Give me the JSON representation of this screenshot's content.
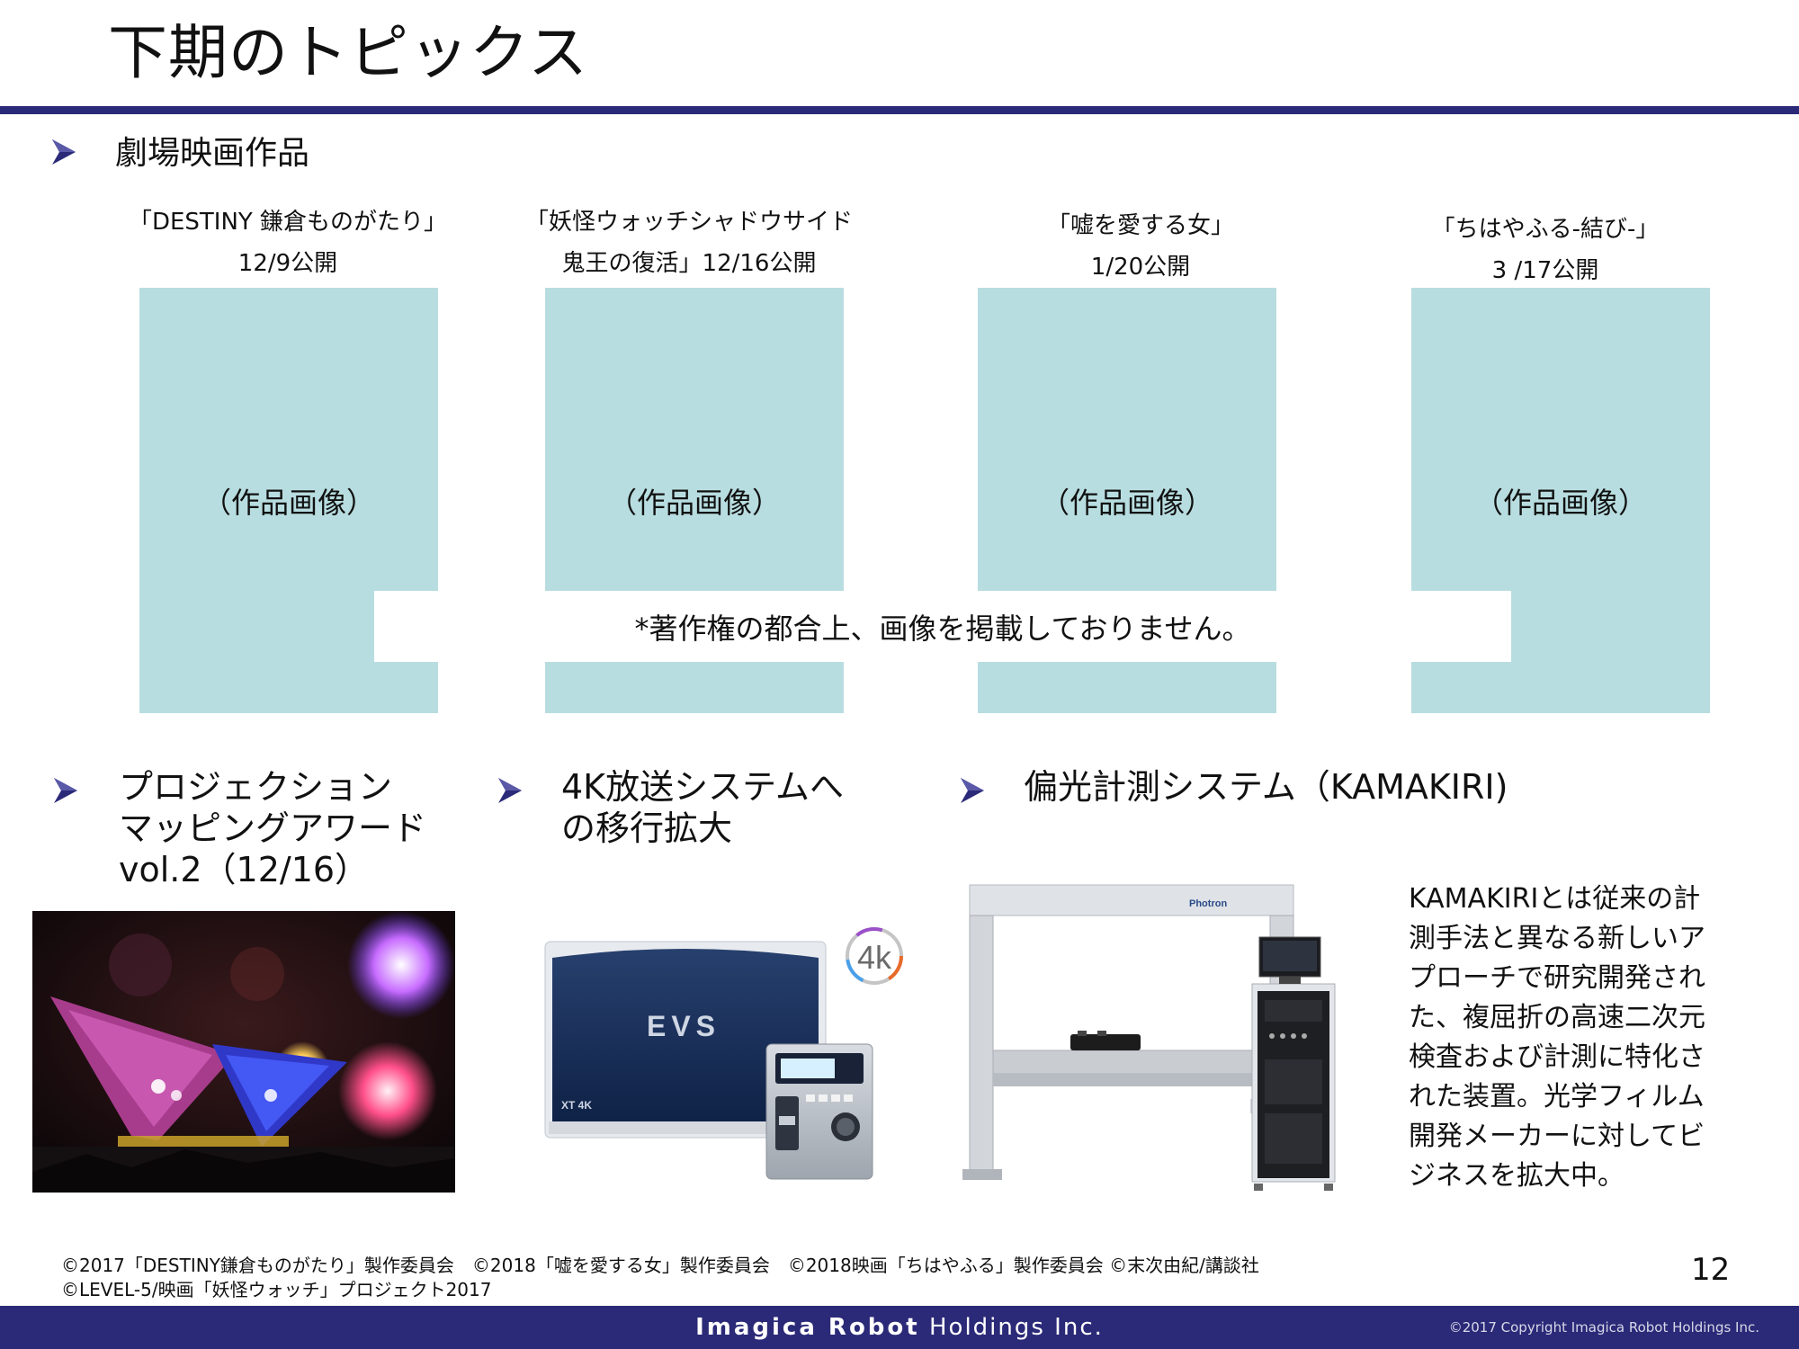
{
  "header": {
    "title": "下期のトピックス"
  },
  "movies_section": {
    "heading": "劇場映画作品"
  },
  "movies": [
    {
      "line1": "「DESTINY 鎌倉ものがたり」",
      "line2": "12/9公開",
      "placeholder": "（作品画像）"
    },
    {
      "line1": "「妖怪ウォッチシャドウサイド",
      "line2": "鬼王の復活」12/16公開",
      "placeholder": "（作品画像）"
    },
    {
      "line1": "「嘘を愛する女」",
      "line2": "1/20公開",
      "placeholder": "（作品画像）"
    },
    {
      "line1": "「ちはやふる-結び-」",
      "line2": "3 /17公開",
      "placeholder": "（作品画像）"
    }
  ],
  "copyright_notice": "*著作権の都合上、画像を掲載しておりません。",
  "sections": {
    "projection": {
      "line1": "プロジェクション",
      "line2": "マッピングアワード",
      "line3": "vol.2（12/16）"
    },
    "broadcast": {
      "line1": "4K放送システムへ",
      "line2": "の移行拡大",
      "logo_text": "4k",
      "device_brand": "EVS",
      "device_model": "XT 4K"
    },
    "kamakiri": {
      "heading": "偏光計測システム（KAMAKIRI)",
      "brand": "Photron",
      "description": [
        "KAMAKIRIとは従来の計",
        "測手法と異なる新しいア",
        "プローチで研究開発され",
        "た、複屈折の高速二次元",
        "検査および計測に特化さ",
        "れた装置。光学フィルム",
        "開発メーカーに対してビ",
        "ジネスを拡大中。"
      ]
    }
  },
  "credits": {
    "line1": "©2017「DESTINY鎌倉ものがたり」製作委員会　©2018「嘘を愛する女」製作委員会　©2018映画「ちはやふる」製作委員会 ©末次由紀/講談社",
    "line2": "©LEVEL-5/映画「妖怪ウォッチ」プロジェクト2017"
  },
  "page_number": "12",
  "footer": {
    "brand_bold": "Imagica Robot",
    "brand_rest": " Holdings Inc.",
    "copyright": "©2017  Copyright Imagica Robot Holdings Inc."
  },
  "colors": {
    "accent": "#2b2a78",
    "poster_bg": "#b8dde0"
  }
}
